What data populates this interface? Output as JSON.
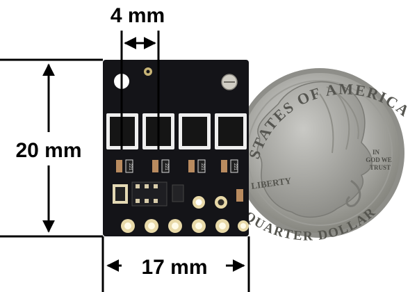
{
  "dimensions": {
    "pitch_label": "4 mm",
    "height_label": "20 mm",
    "width_label": "17 mm"
  },
  "coin": {
    "top_text": "STATES OF AMERICA",
    "left_text": "LIBERTY",
    "motto_line1": "IN",
    "motto_line2": "GOD WE",
    "motto_line3": "TRUST",
    "bottom_text": "QUARTER DOLLAR"
  },
  "board": {
    "resistor_labels": [
      "221",
      "221",
      "221",
      "221"
    ],
    "sensor_count": 4,
    "pad_count": 6
  },
  "colors": {
    "board": "#141418",
    "coin": "#b9b9b6",
    "coin_dark": "#6e6e6a",
    "pad": "#e8d9a8"
  }
}
